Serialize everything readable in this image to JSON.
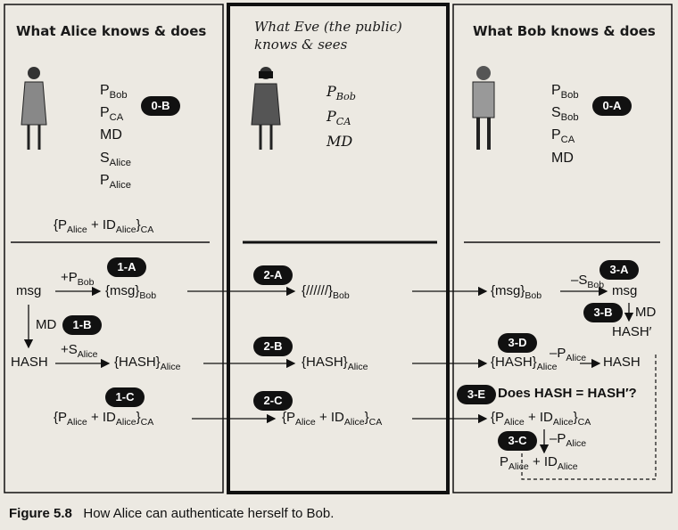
{
  "columns": {
    "alice": {
      "title": "What Alice knows & does",
      "keys": [
        "P",
        "P",
        "MD",
        "S",
        "P"
      ],
      "key_subs": [
        "Bob",
        "CA",
        "",
        "Alice",
        "Alice"
      ],
      "badge": "0-B"
    },
    "eve": {
      "title_line1": "What Eve (the public)",
      "title_line2": "knows & sees",
      "keys": [
        "P",
        "P",
        "MD"
      ],
      "key_subs": [
        "Bob",
        "CA",
        ""
      ]
    },
    "bob": {
      "title": "What Bob knows & does",
      "keys": [
        "P",
        "S",
        "P",
        "MD"
      ],
      "key_subs": [
        "Bob",
        "Bob",
        "CA",
        ""
      ],
      "badge": "0-A"
    }
  },
  "alice_flow": {
    "cert": "{P",
    "cert_s1": "Alice",
    "cert_mid": " + ID",
    "cert_s2": "Alice",
    "cert_end": "}",
    "cert_s3": "CA",
    "op_pbob": "+P",
    "op_pbob_sub": "Bob",
    "msg": "msg",
    "enc": "{msg}",
    "enc_sub": "Bob",
    "md": "MD",
    "hash": "HASH",
    "op_salice": "+S",
    "op_salice_sub": "Alice",
    "sig": "{HASH}",
    "sig_sub": "Alice",
    "badges": [
      "1-A",
      "1-B",
      "1-C"
    ]
  },
  "eve_flow": {
    "enc": "{//////}",
    "enc_sub": "Bob",
    "sig": "{HASH}",
    "sig_sub": "Alice",
    "badges": [
      "2-A",
      "2-B",
      "2-C"
    ]
  },
  "bob_flow": {
    "enc": "{msg}",
    "enc_sub": "Bob",
    "op_sbob": "–S",
    "op_sbob_sub": "Bob",
    "msg": "msg",
    "md": "MD",
    "hash2": "HASH′",
    "op_palice": "–P",
    "op_palice_sub": "Alice",
    "sig": "{HASH}",
    "sig_sub": "Alice",
    "hash": "HASH",
    "compare": "Does HASH = HASH′?",
    "result": "P",
    "result_s1": "Alice",
    "result_mid": " + ID",
    "result_s2": "Alice",
    "badges": [
      "3-A",
      "3-B",
      "3-D",
      "3-E",
      "3-C"
    ]
  },
  "caption": {
    "label": "Figure 5.8",
    "text": "How Alice can authenticate herself to Bob."
  }
}
